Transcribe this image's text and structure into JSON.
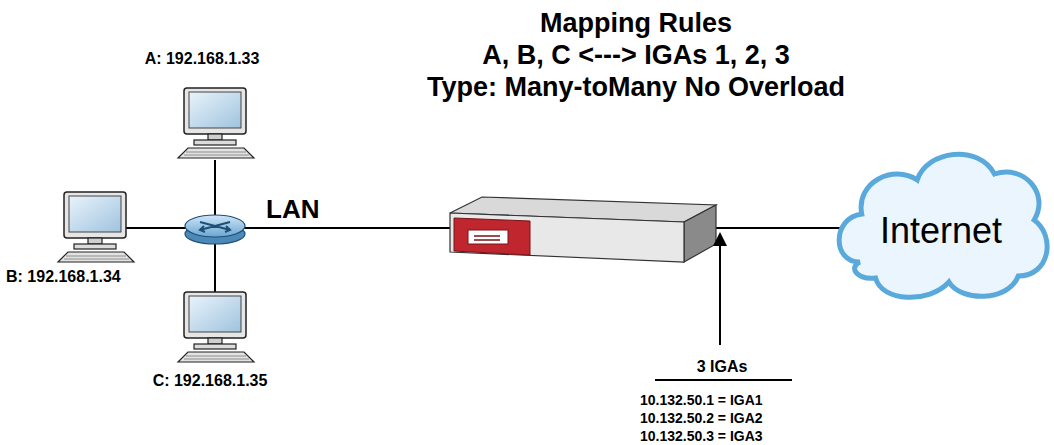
{
  "diagram": {
    "title": "Mapping Rules",
    "nodes": [
      {
        "text": [
          "Internet"
        ]
      }
    ],
    "labels": [
      "A, B, C <---> IGAs 1, 2, 3",
      "Type: Many-toMany No Overload",
      "A: 192.168.1.33",
      "B: 192.168.1.34",
      "C: 192.168.1.35",
      "LAN",
      "3 IGAs",
      "10.132.50.1 = IGA1",
      "10.132.50.2 = IGA2",
      "10.132.50.3 = IGA3"
    ]
  }
}
